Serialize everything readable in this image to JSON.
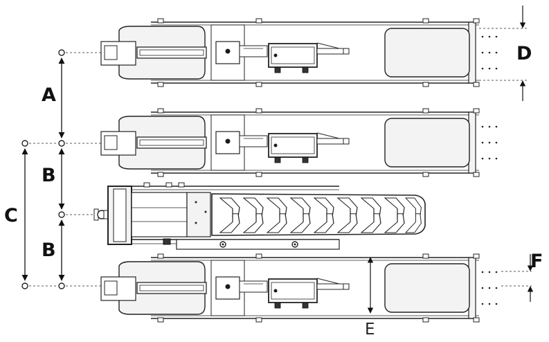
{
  "labels": {
    "A": "A",
    "B_upper": "B",
    "B_lower": "B",
    "C": "C",
    "D": "D",
    "E": "E",
    "F": "F"
  },
  "colors": {
    "line": "#222222",
    "fill": "#f3f3f3",
    "dark": "#1a1a1a",
    "background": "#ffffff"
  }
}
